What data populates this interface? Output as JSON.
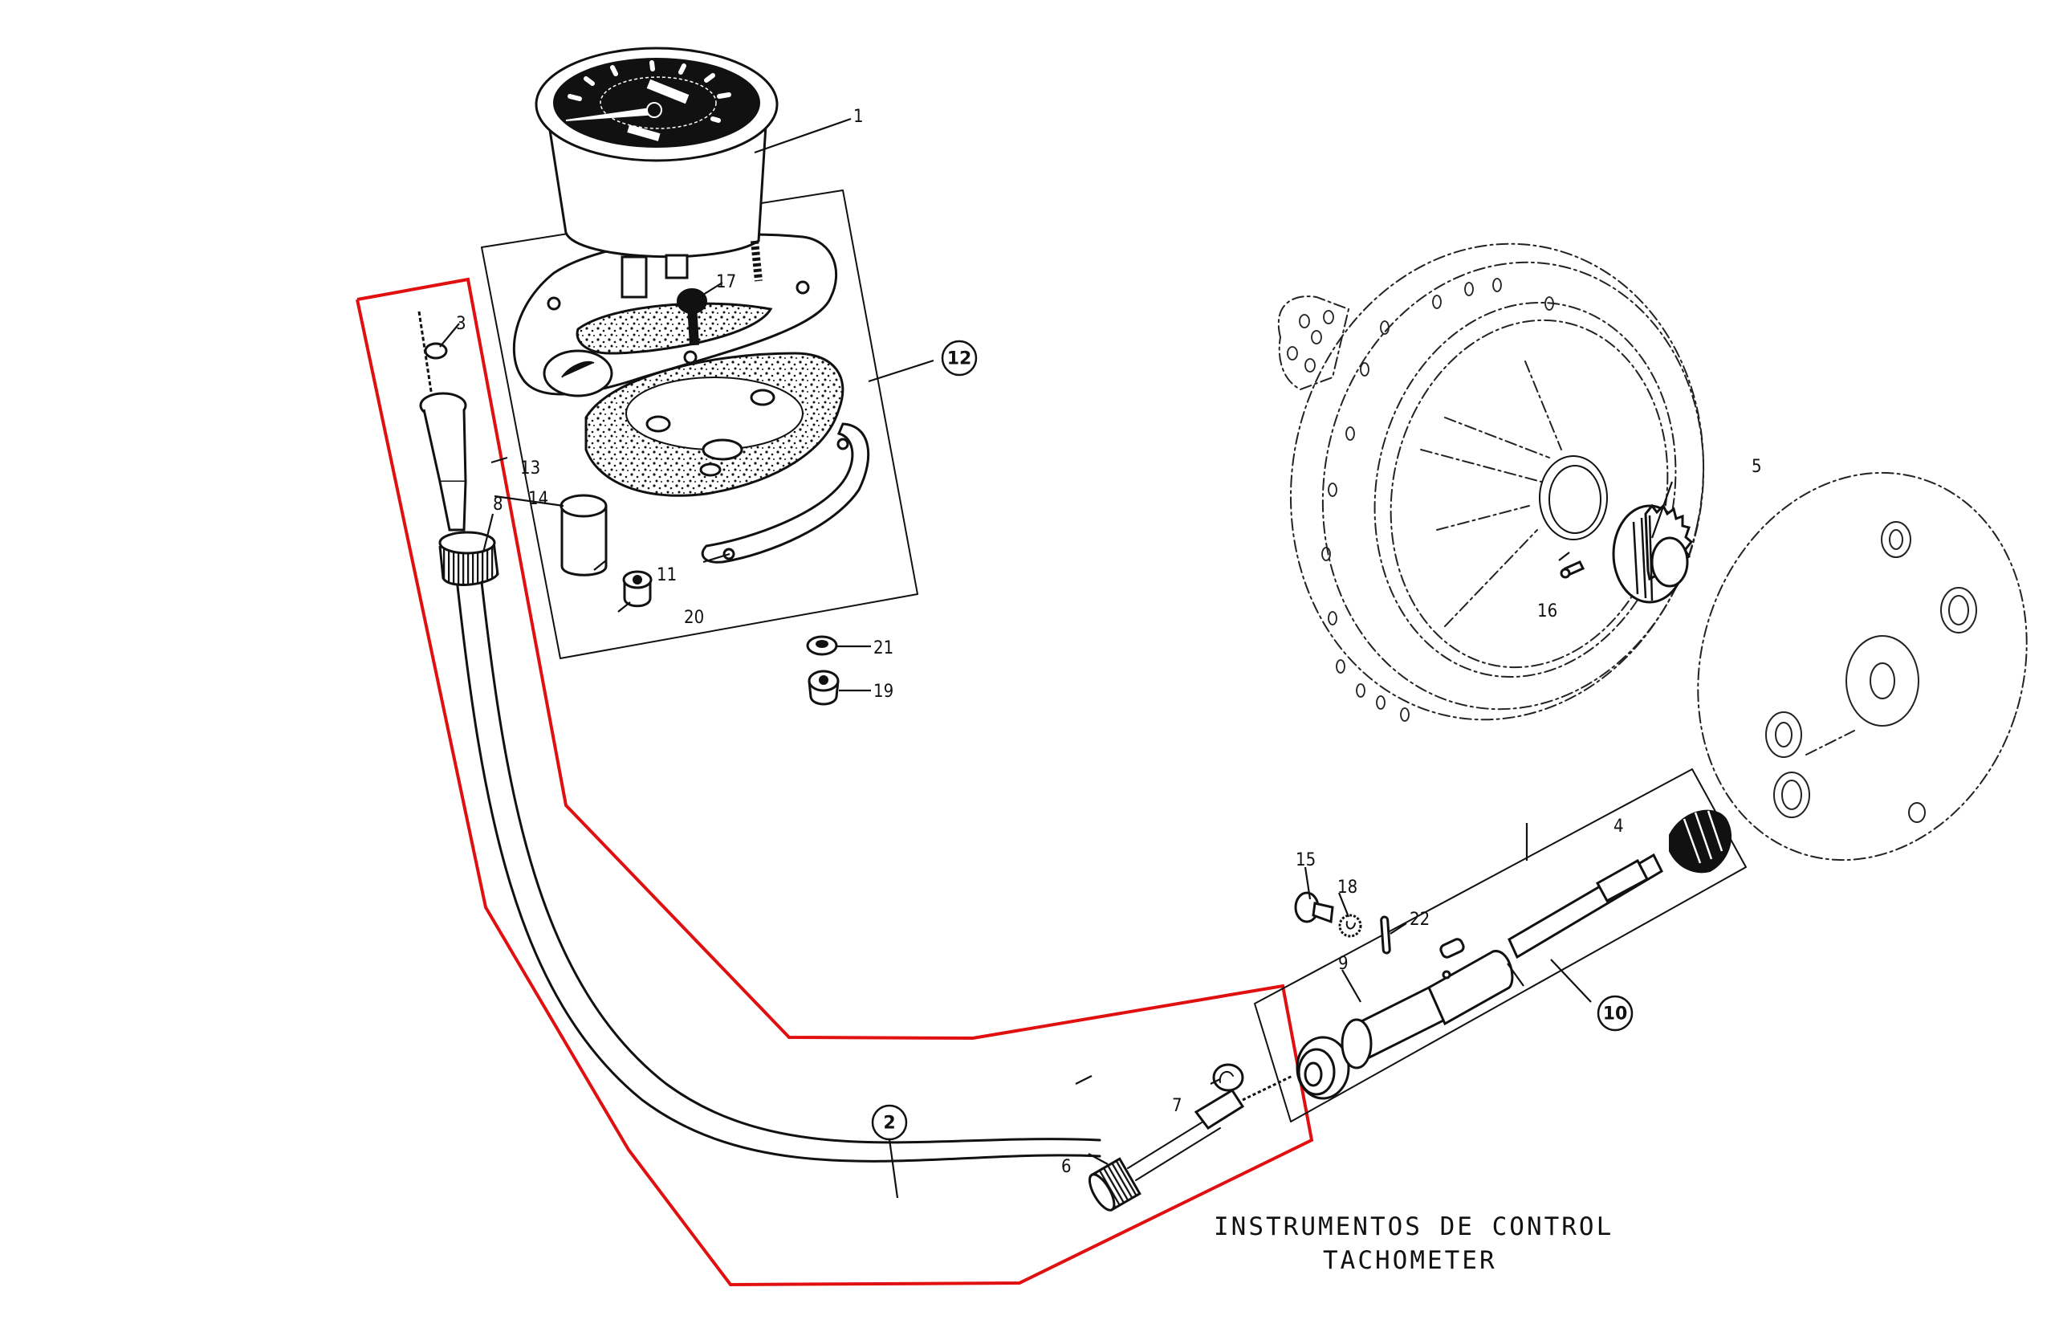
{
  "caption": {
    "line1": "INSTRUMENTOS DE CONTROL",
    "line2": "TACHOMETER"
  },
  "highlight_color": "#e01010",
  "labels": {
    "p1": "1",
    "p2": "2",
    "p3": "3",
    "p4": "4",
    "p5": "5",
    "p6": "6",
    "p7": "7",
    "p8": "8",
    "p9": "9",
    "p10": "10",
    "p11": "11",
    "p12": "12",
    "p13": "13",
    "p14": "14",
    "p15": "15",
    "p16": "16",
    "p17": "17",
    "p18": "18",
    "p19": "19",
    "p20": "20",
    "p21": "21",
    "p22": "22"
  },
  "assemblies": [
    {
      "id": "2",
      "circled": true,
      "description": "cable assembly (highlighted in red)"
    },
    {
      "id": "10",
      "circled": true,
      "description": "drive shaft group"
    },
    {
      "id": "12",
      "circled": true,
      "description": "mounting plate group"
    }
  ]
}
